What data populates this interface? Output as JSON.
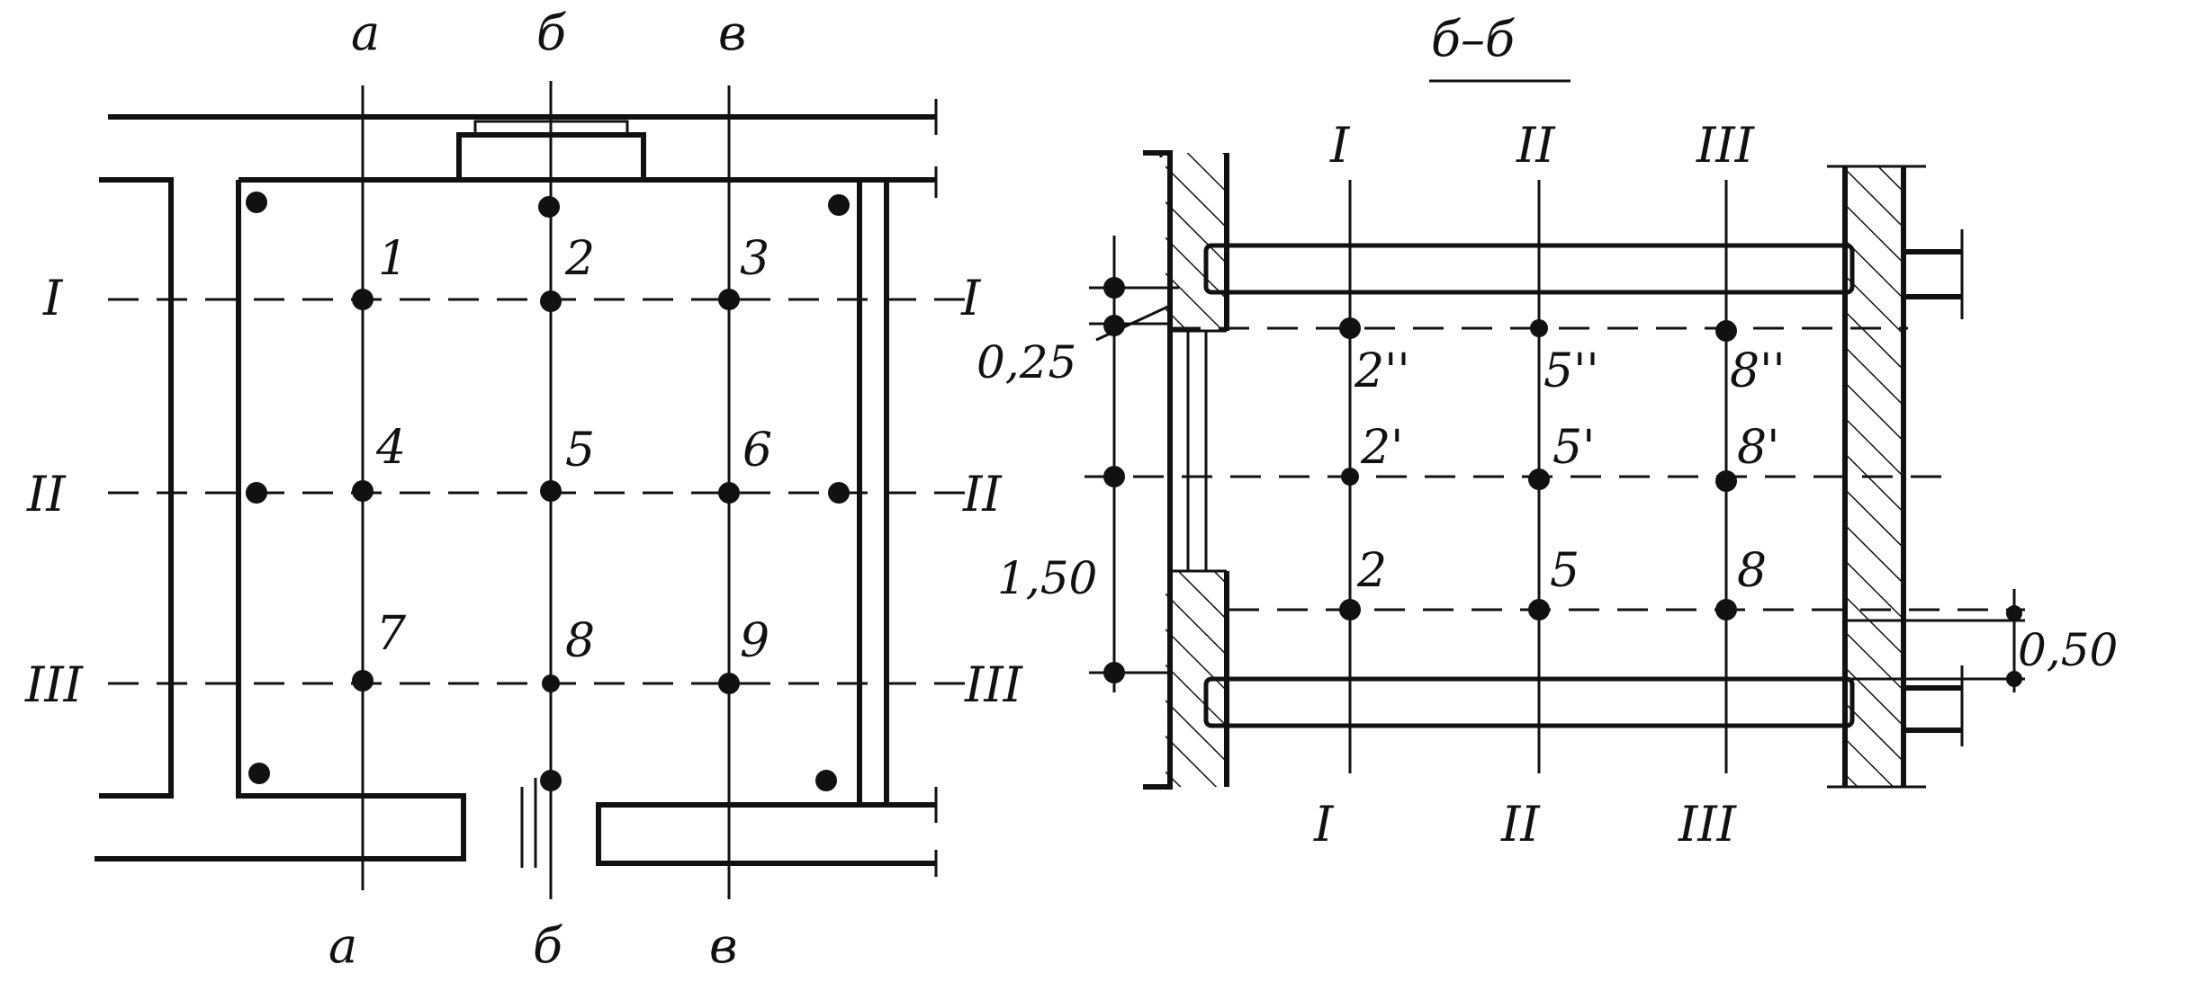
{
  "plan": {
    "top_labels": [
      "а",
      "б",
      "в"
    ],
    "bottom_labels": [
      "а",
      "б",
      "в"
    ],
    "row_labels_left": [
      "I",
      "II",
      "III"
    ],
    "row_labels_right": [
      "I",
      "II",
      "III"
    ],
    "points": [
      "1",
      "2",
      "3",
      "4",
      "5",
      "6",
      "7",
      "8",
      "9"
    ]
  },
  "section": {
    "title": "б–б",
    "top_labels": [
      "I",
      "II",
      "III"
    ],
    "bottom_labels": [
      "I",
      "II",
      "III"
    ],
    "top_row_points": [
      "2''",
      "5''",
      "8''"
    ],
    "middle_row_points": [
      "2'",
      "5'",
      "8'"
    ],
    "bottom_row_points": [
      "2",
      "5",
      "8"
    ],
    "dimensions": {
      "top": "0,25",
      "middle": "1,50",
      "right": "0,50"
    }
  },
  "colors": {
    "ink": "#111111",
    "paper": "#ffffff"
  }
}
